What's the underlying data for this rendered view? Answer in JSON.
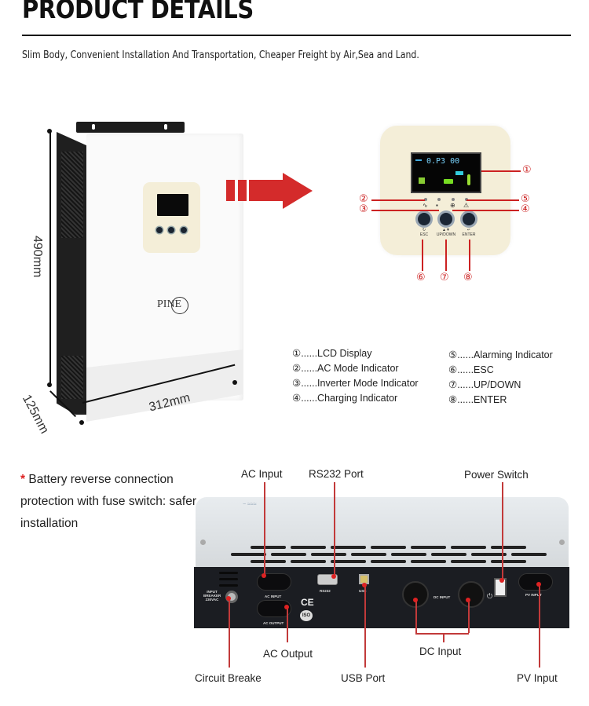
{
  "header": {
    "title": "PRODUCT DETAILS",
    "subtitle": "Slim Body, Convenient Installation And Transportation, Cheaper Freight by Air,Sea and Land."
  },
  "product": {
    "brand": "PINE",
    "dimensions": {
      "height": "490mm",
      "width": "312mm",
      "depth": "125mm"
    },
    "lcd_readout": "0.P3  00"
  },
  "control_panel": {
    "callouts": [
      "①",
      "②",
      "③",
      "④",
      "⑤",
      "⑥",
      "⑦",
      "⑧"
    ],
    "buttons": [
      {
        "symbol": "↻",
        "label": "ESC"
      },
      {
        "symbol": "▲▼",
        "label": "UP/DOWN"
      },
      {
        "symbol": "↵",
        "label": "ENTER"
      }
    ],
    "legend_left": [
      "①......LCD Display",
      "②......AC Mode Indicator",
      "③......Inverter Mode Indicator",
      "④......Charging Indicator"
    ],
    "legend_right": [
      "⑤......Alarming Indicator",
      "⑥......ESC",
      "⑦......UP/DOWN",
      "⑧......ENTER"
    ]
  },
  "rear_panel": {
    "note_star": "*",
    "note": "Battery reverse connection protection with fuse switch: safer installation",
    "labels": {
      "ac_input": "AC Input",
      "rs232": "RS232 Port",
      "power_switch": "Power Switch",
      "ac_output": "AC Output",
      "circuit_breaker": "Circuit Breake",
      "usb": "USB Port",
      "dc_input": "DC Input",
      "pv_input": "PV Input"
    },
    "printed": {
      "ac_input": "AC INPUT",
      "ac_output": "AC OUTPUT",
      "rs232": "RS232",
      "usb": "USB",
      "dc_input": "DC INPUT",
      "pv_input": "PV INPUT",
      "breaker": "INPUT BREAKER 230VAC",
      "ce": "CE",
      "iso": "ISO"
    }
  },
  "colors": {
    "accent": "#d42b2b",
    "panel": "#f4eed8",
    "leader": "#c23a3a"
  }
}
